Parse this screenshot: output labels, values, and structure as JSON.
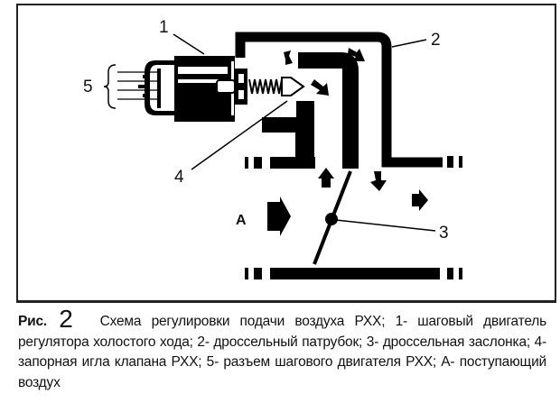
{
  "diagram": {
    "labels": {
      "l1": "1",
      "l2": "2",
      "l3": "3",
      "l4": "4",
      "l5": "5",
      "lA": "A"
    }
  },
  "caption": {
    "prefix": "Рис.",
    "number": "2",
    "text": "Схема регулировки подачи воздуха РХХ; 1- шаговый двигатель регулятора холостого хода; 2- дроссельный патрубок; 3- дроссельная заслонка; 4- запорная игла клапана РХХ; 5- разъем шагового двигателя РХХ; А- поступающий воздух"
  }
}
